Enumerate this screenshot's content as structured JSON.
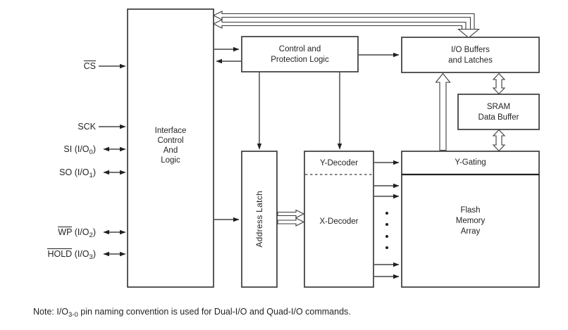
{
  "diagram": {
    "blocks": {
      "interface": {
        "label": "Interface\nControl\nAnd\nLogic"
      },
      "control_protection": {
        "label": "Control and\nProtection Logic"
      },
      "io_buffers": {
        "label": "I/O Buffers\nand Latches"
      },
      "sram_buffer": {
        "label": "SRAM\nData Buffer"
      },
      "address_latch": {
        "label": "Address Latch"
      },
      "y_decoder": {
        "label": "Y-Decoder"
      },
      "x_decoder": {
        "label": "X-Decoder"
      },
      "y_gating": {
        "label": "Y-Gating"
      },
      "flash_array": {
        "label": "Flash\nMemory\nArray"
      }
    },
    "pins": [
      {
        "bar": "CS",
        "pre": "",
        "sub": "",
        "post": "",
        "direction": "input"
      },
      {
        "bar": "",
        "pre": "SCK",
        "sub": "",
        "post": "",
        "direction": "input"
      },
      {
        "bar": "",
        "pre": "SI (I/O",
        "sub": "0",
        "post": ")",
        "direction": "bidirectional"
      },
      {
        "bar": "",
        "pre": "SO (I/O",
        "sub": "1",
        "post": ")",
        "direction": "bidirectional"
      },
      {
        "bar": "WP",
        "pre": " (I/O",
        "sub": "2",
        "post": ")",
        "direction": "bidirectional"
      },
      {
        "bar": "HOLD",
        "pre": " (I/O",
        "sub": "3",
        "post": ")",
        "direction": "bidirectional"
      }
    ],
    "note": {
      "pre": "Note:  I/O",
      "sub": "3-0",
      "post": " pin naming convention is used for Dual-I/O and Quad-I/O commands."
    },
    "colors": {
      "background": "#ffffff",
      "line": "#3b3b3b",
      "text": "#231f20"
    }
  }
}
